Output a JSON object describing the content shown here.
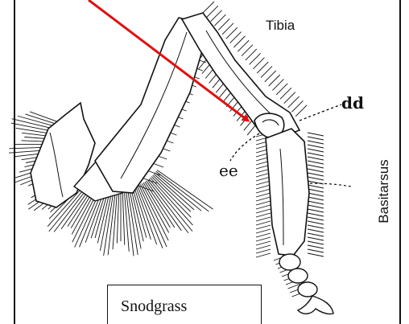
{
  "labels": {
    "tibia": "Tibia",
    "dd": "dd",
    "ee": "ee",
    "basitarsus": "Basitarsus",
    "credit": "Snodgrass"
  },
  "colors": {
    "arrow": "#e01010",
    "ink": "#111111",
    "background": "#ffffff"
  }
}
